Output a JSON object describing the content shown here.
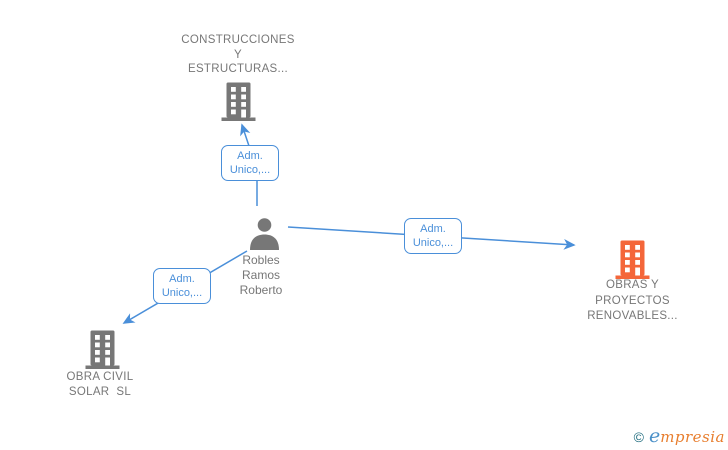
{
  "colors": {
    "node_gray": "#777777",
    "edge_blue": "#4a8fd9",
    "company_orange": "#f4663a",
    "logo_copyright_teal": "#1d6b7d",
    "logo_e_blue": "#4a90c8",
    "logo_rest_orange": "#e87e2e"
  },
  "nodes": {
    "top_company": {
      "line1": "CONSTRUCCIONES",
      "line2": "Y",
      "line3": "ESTRUCTURAS..."
    },
    "person": {
      "line1": "Robles",
      "line2": "Ramos",
      "line3": "Roberto"
    },
    "right_company": {
      "line1": "OBRAS Y",
      "line2": "PROYECTOS",
      "line3": "RENOVABLES..."
    },
    "bottom_left_company": {
      "line1": "OBRA CIVIL",
      "line2": "SOLAR  SL"
    }
  },
  "edges": {
    "to_top_company": {
      "line1": "Adm.",
      "line2": "Unico,..."
    },
    "to_right_company": {
      "line1": "Adm.",
      "line2": "Unico,..."
    },
    "to_bottom_left_company": {
      "line1": "Adm.",
      "line2": "Unico,..."
    }
  },
  "footer": {
    "copyright_symbol": "©",
    "brand_initial": "e",
    "brand_rest": "mpresia"
  }
}
